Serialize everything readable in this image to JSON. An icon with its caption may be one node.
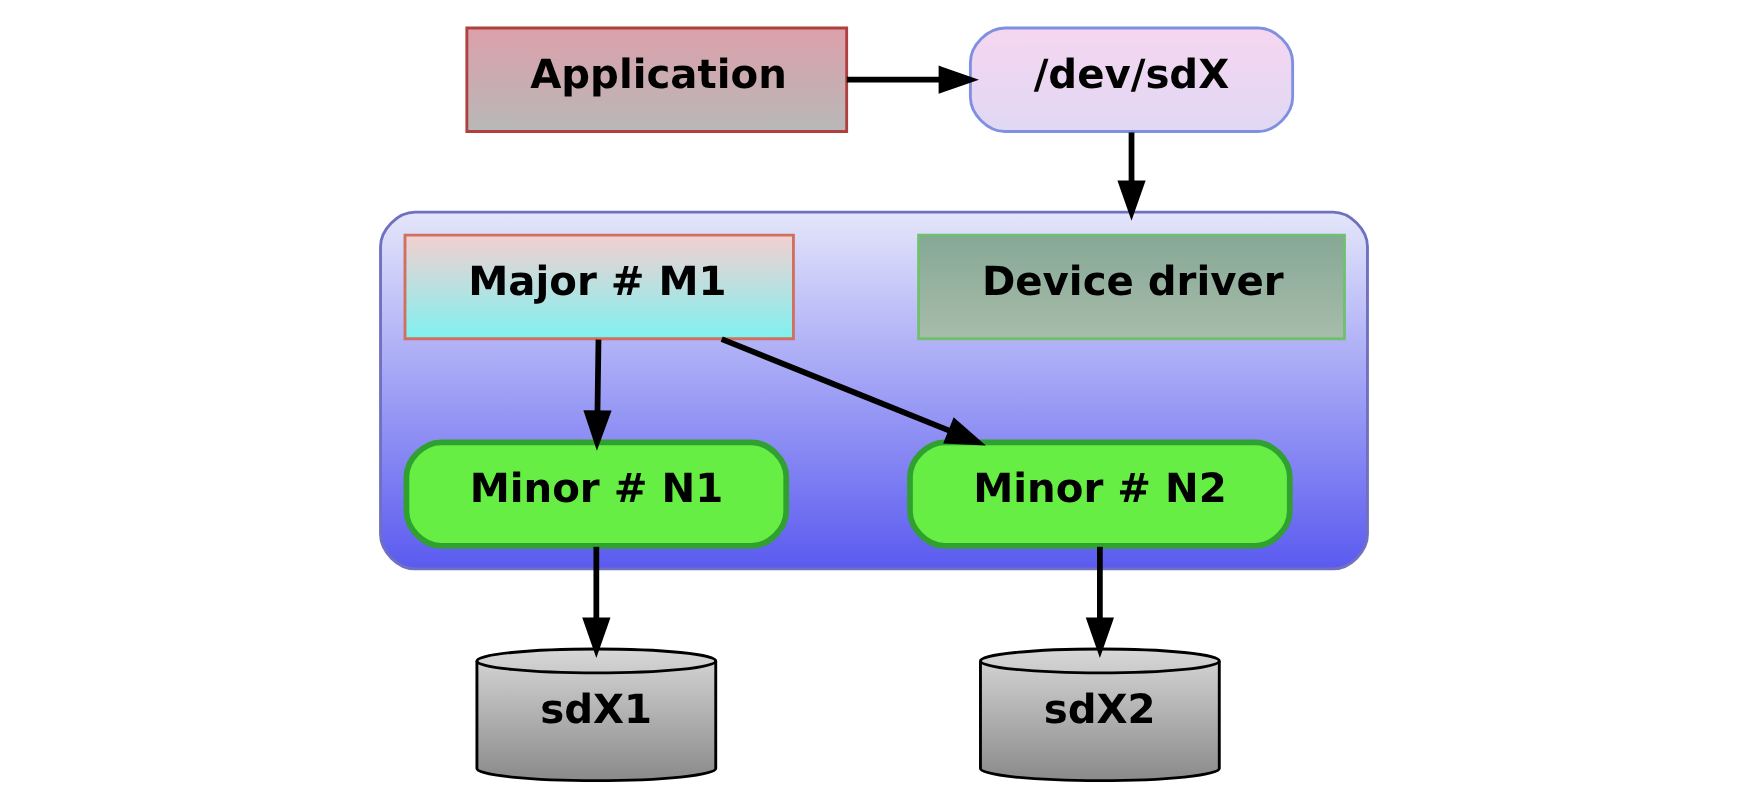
{
  "diagram": {
    "nodes": [
      {
        "text": [
          "Application"
        ]
      },
      {
        "text": [
          "/dev/sdX"
        ]
      },
      {
        "text": [],
        "shape": "box"
      },
      {
        "text": [
          "Device driver"
        ],
        "in": 2
      },
      {
        "text": [
          "Major # M1"
        ],
        "in": 2
      },
      {
        "text": [
          "Minor # N1"
        ],
        "in": 2
      },
      {
        "text": [
          "Minor # N2"
        ],
        "in": 2
      },
      {
        "text": [
          "sdX1"
        ]
      },
      {
        "text": [
          "sdX2"
        ]
      }
    ],
    "edges": [
      {
        "from": 0,
        "to": 1,
        "arrow": "to"
      },
      {
        "from": 1,
        "to": 2,
        "arrow": "to"
      },
      {
        "from": 4,
        "to": 5,
        "arrow": "to"
      },
      {
        "from": 4,
        "to": 6,
        "arrow": "to"
      },
      {
        "from": 5,
        "to": 7,
        "arrow": "to"
      },
      {
        "from": 6,
        "to": 8,
        "arrow": "to"
      }
    ]
  }
}
